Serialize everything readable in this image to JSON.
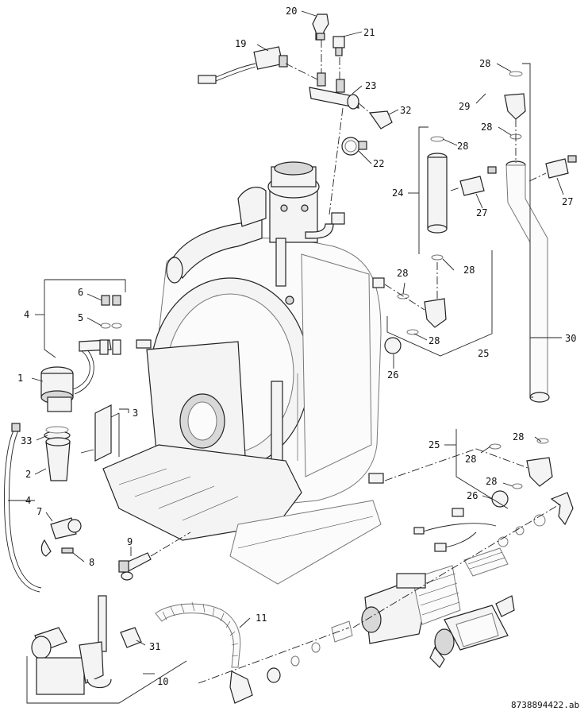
{
  "callouts": {
    "c1": "1",
    "c2": "2",
    "c3": "3",
    "c4a": "4",
    "c4b": "4",
    "c5": "5",
    "c6": "6",
    "c7": "7",
    "c8": "8",
    "c9": "9",
    "c10": "10",
    "c11": "11",
    "c19": "19",
    "c20": "20",
    "c21": "21",
    "c22": "22",
    "c23": "23",
    "c24": "24",
    "c25a": "25",
    "c25b": "25",
    "c26a": "26",
    "c26b": "26",
    "c27a": "27",
    "c27b": "27",
    "c28a": "28",
    "c28b": "28",
    "c28c": "28",
    "c28d": "28",
    "c28e": "28",
    "c28f": "28",
    "c28g": "28",
    "c28h": "28",
    "c28i": "28",
    "c28j": "28",
    "c29": "29",
    "c30": "30",
    "c31": "31",
    "c32": "32",
    "c33": "33"
  },
  "document_number": "8738894422.ab"
}
